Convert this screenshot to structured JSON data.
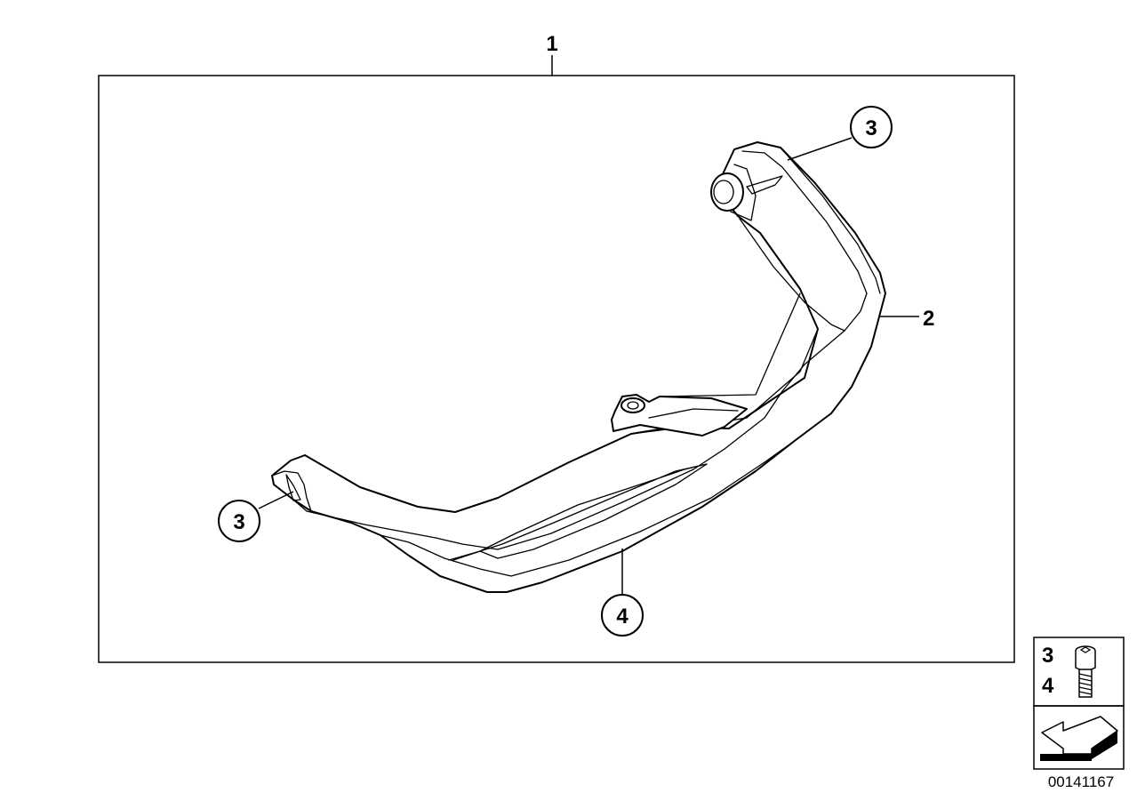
{
  "labels": {
    "assembly": "1",
    "handle": "2",
    "callout_3_top": "3",
    "callout_3_left": "3",
    "callout_4": "4",
    "inset_3": "3",
    "inset_4": "4"
  },
  "reference_number": "00141167",
  "icons": {
    "screw": "screw-icon",
    "arrow": "arrow-icon"
  },
  "colors": {
    "line": "#000000",
    "background": "#ffffff"
  }
}
